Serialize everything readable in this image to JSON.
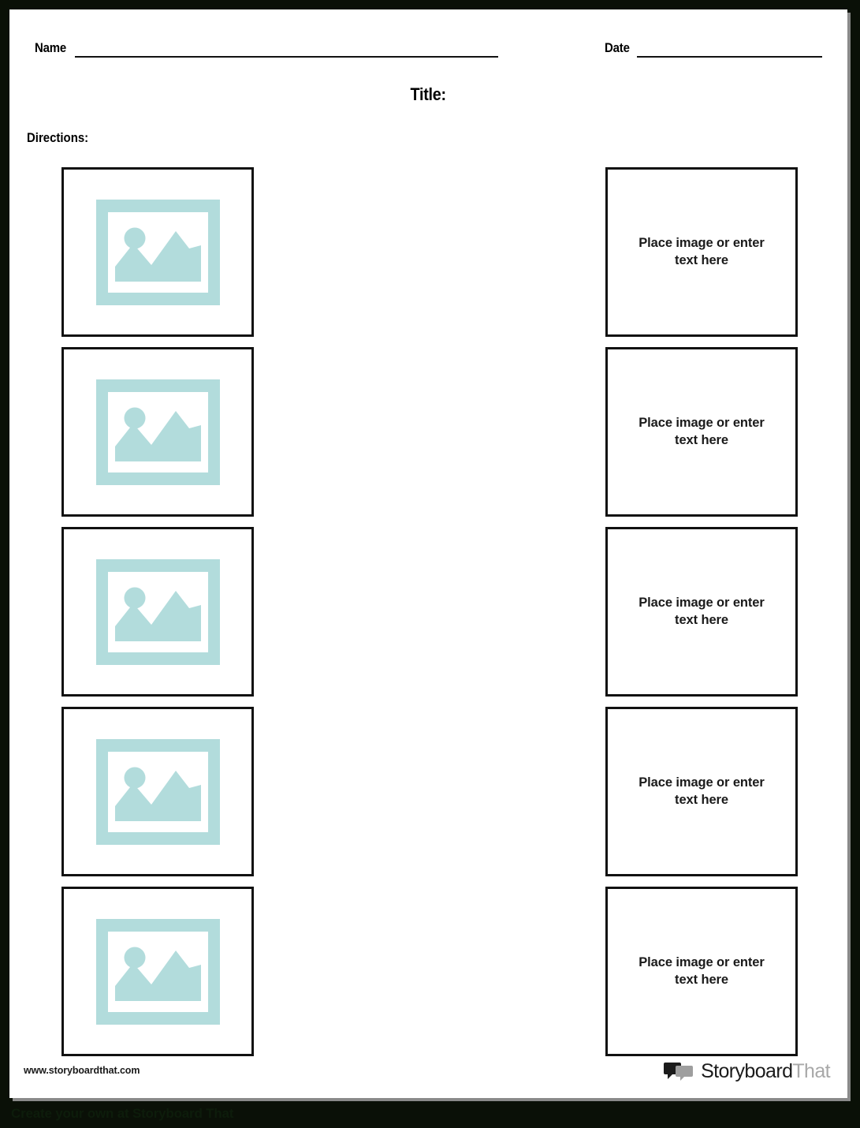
{
  "background_color": "#0a1007",
  "accent_color": "#b2dcdc",
  "header": {
    "name_label": "Name",
    "date_label": "Date"
  },
  "title": "Title:",
  "directions_label": "Directions:",
  "rows": [
    {
      "image_placeholder": "image-placeholder-icon",
      "text_placeholder": "Place image or enter text here"
    },
    {
      "image_placeholder": "image-placeholder-icon",
      "text_placeholder": "Place image or enter text here"
    },
    {
      "image_placeholder": "image-placeholder-icon",
      "text_placeholder": "Place image or enter text here"
    },
    {
      "image_placeholder": "image-placeholder-icon",
      "text_placeholder": "Place image or enter text here"
    },
    {
      "image_placeholder": "image-placeholder-icon",
      "text_placeholder": "Place image or enter text here"
    }
  ],
  "footer": {
    "url": "www.storyboardthat.com",
    "logo_primary": "Storyboard",
    "logo_secondary": "That"
  },
  "bottom_caption": "Create your own at Storyboard That"
}
